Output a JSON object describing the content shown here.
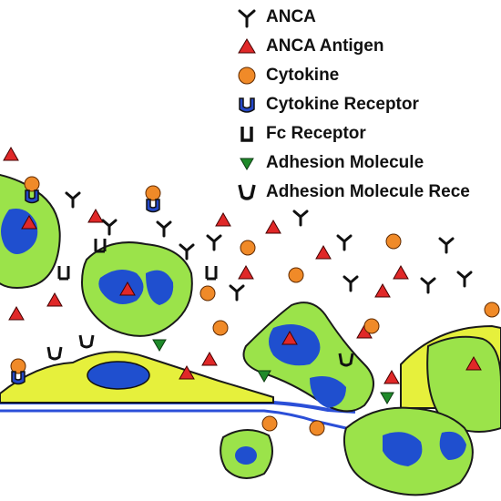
{
  "legend": {
    "items": [
      {
        "label": "ANCA",
        "icon": "anca-icon"
      },
      {
        "label": "ANCA Antigen",
        "icon": "anca-antigen-icon"
      },
      {
        "label": "Cytokine",
        "icon": "cytokine-icon"
      },
      {
        "label": "Cytokine Receptor",
        "icon": "cytokine-receptor-icon"
      },
      {
        "label": "Fc Receptor",
        "icon": "fc-receptor-icon"
      },
      {
        "label": "Adhesion Molecule",
        "icon": "adhesion-molecule-icon"
      },
      {
        "label": "Adhesion Molecule Rece",
        "icon": "adhesion-molecule-receptor-icon"
      }
    ]
  },
  "colors": {
    "cell_fill": "#9be34a",
    "cell_outline": "#1a1a1a",
    "endothelium": "#e6f03c",
    "nucleus": "#1f4fcf",
    "antigen": "#e02828",
    "cytokine": "#f08a28",
    "receptor": "#2448c8",
    "adhesion": "#1f8a2a",
    "vessel_line": "#2b4fd8"
  }
}
